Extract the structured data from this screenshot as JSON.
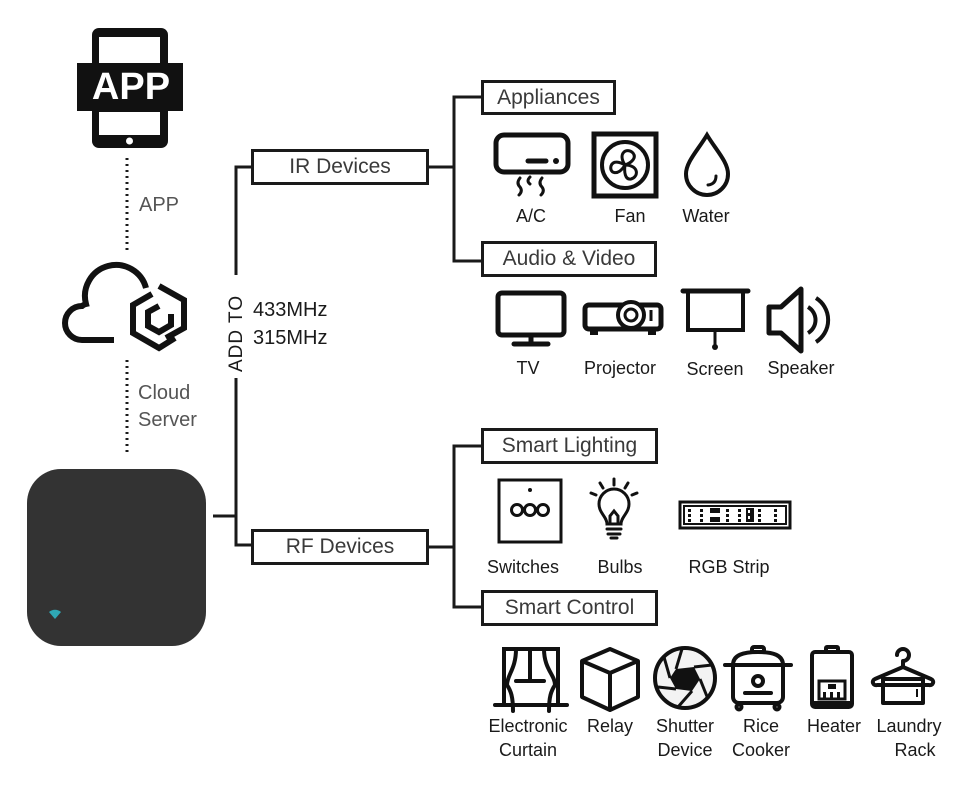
{
  "left": {
    "app_icon_text": "APP",
    "app_label": "APP",
    "cloud_label_1": "Cloud",
    "cloud_label_2": "Server",
    "hub_color": "#333333",
    "wifi_color": "#2fa8b5"
  },
  "trunk": {
    "add_to": "ADD TO",
    "freq_1": "433MHz",
    "freq_2": "315MHz"
  },
  "ir": {
    "label": "IR Devices",
    "groups": [
      {
        "label": "Appliances",
        "items": [
          {
            "icon": "air-conditioner-icon",
            "label": "A/C"
          },
          {
            "icon": "fan-icon",
            "label": "Fan"
          },
          {
            "icon": "water-drop-icon",
            "label": "Water"
          }
        ]
      },
      {
        "label": "Audio & Video",
        "items": [
          {
            "icon": "tv-icon",
            "label": "TV"
          },
          {
            "icon": "projector-icon",
            "label": "Projector"
          },
          {
            "icon": "projection-screen-icon",
            "label": "Screen"
          },
          {
            "icon": "speaker-icon",
            "label": "Speaker"
          }
        ]
      }
    ]
  },
  "rf": {
    "label": "RF Devices",
    "groups": [
      {
        "label": "Smart Lighting",
        "items": [
          {
            "icon": "wall-switch-icon",
            "label": "Switches"
          },
          {
            "icon": "light-bulb-icon",
            "label": "Bulbs"
          },
          {
            "icon": "led-strip-icon",
            "label": "RGB Strip"
          }
        ]
      },
      {
        "label": "Smart Control",
        "items": [
          {
            "icon": "curtain-icon",
            "label_1": "Electronic",
            "label_2": "Curtain"
          },
          {
            "icon": "relay-cube-icon",
            "label_1": "Relay",
            "label_2": ""
          },
          {
            "icon": "shutter-icon",
            "label_1": "Shutter",
            "label_2": "Device"
          },
          {
            "icon": "rice-cooker-icon",
            "label_1": "Rice",
            "label_2": "Cooker"
          },
          {
            "icon": "water-heater-icon",
            "label_1": "Heater",
            "label_2": ""
          },
          {
            "icon": "laundry-rack-icon",
            "label_1": "Laundry",
            "label_2": "Rack"
          }
        ]
      }
    ]
  }
}
